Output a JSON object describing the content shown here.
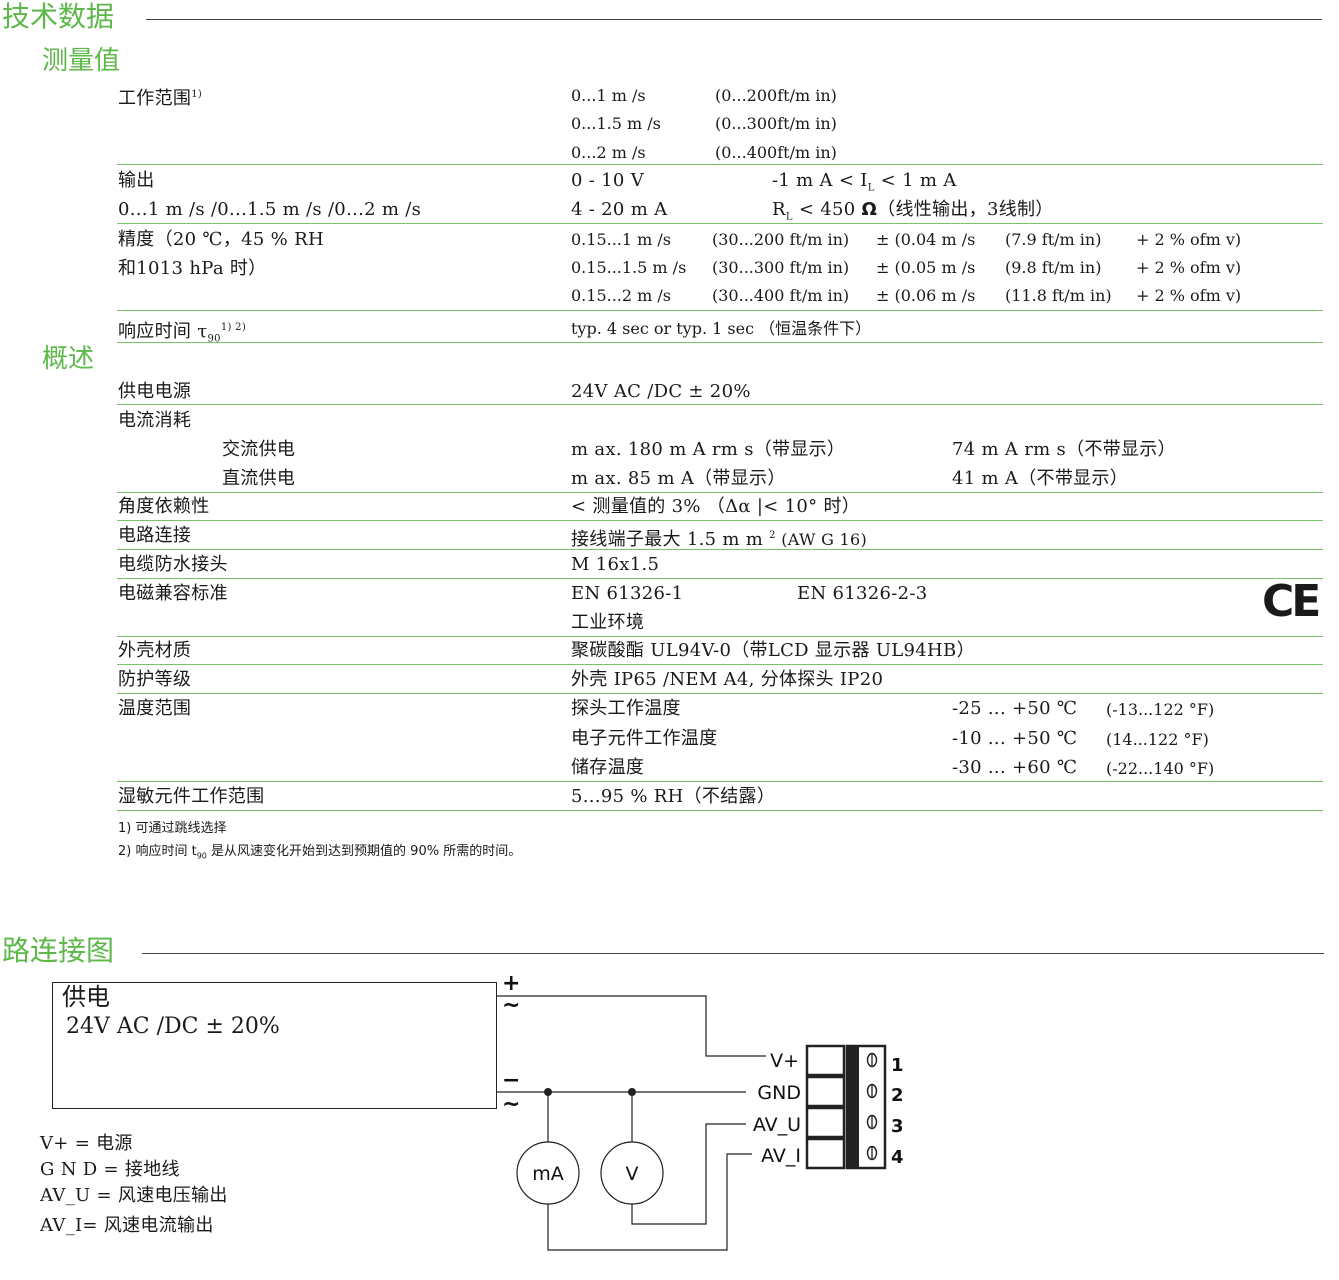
{
  "section1_title": "技术数据",
  "sub_measure": "测量值",
  "working_range": {
    "label": "工作范围",
    "note": "1)",
    "rows": [
      [
        "0...1 m /s",
        "(0...200ft/m in)"
      ],
      [
        "0...1.5 m /s",
        "(0...300ft/m in)"
      ],
      [
        "0...2 m /s",
        "(0...400ft/m in)"
      ]
    ]
  },
  "output": {
    "label": "输出",
    "label2": "0...1 m /s /0...1.5 m /s /0...2 m /s",
    "v_range": "0 - 10 V",
    "v_cond_a": "-1 m A < I",
    "v_cond_sub": "L",
    "v_cond_b": " < 1 m A",
    "i_range": "4 - 20 m A",
    "i_cond_a": "R",
    "i_cond_sub": "L",
    "i_cond_b": " < 450 ",
    "ohm": "Ω",
    "i_cond_c": "（线性输出，3线制）"
  },
  "accuracy": {
    "label": "精度（20 ℃，45 % RH",
    "label2": "和1013 hPa 时）",
    "rows": [
      [
        "0.15...1 m /s",
        "(30...200 ft/m in)",
        "± (0.04 m /s",
        "(7.9 ft/m in)",
        "+ 2 %  ofm v)"
      ],
      [
        "0.15...1.5 m /s",
        "(30...300 ft/m in)",
        "± (0.05 m /s",
        "(9.8 ft/m in)",
        "+ 2 %  ofm v)"
      ],
      [
        "0.15...2 m /s",
        "(30...400 ft/m in)",
        "± (0.06 m /s",
        "(11.8 ft/m in)",
        "+ 2 %  ofm v)"
      ]
    ]
  },
  "response": {
    "label": "响应时间 τ",
    "sub": "90",
    "note": "1) 2)",
    "value": "typ. 4 sec or typ. 1 sec （恒温条件下）"
  },
  "sub_general": "概述",
  "supply": {
    "label": "供电电源",
    "value": "24V AC /DC ± 20%"
  },
  "current": {
    "label": "电流消耗",
    "ac_label": "交流供电",
    "ac_v1": "m ax.   180 m A rm s（带显示）",
    "ac_v2": "74 m A rm s（不带显示）",
    "dc_label": "直流供电",
    "dc_v1": "m ax.   85 m A（带显示）",
    "dc_v2": "41 m A（不带显示）"
  },
  "angle": {
    "label": "角度依赖性",
    "value": "< 测量值的 3% （Δα |< 10° 时）"
  },
  "connection": {
    "label": "电路连接",
    "value": "接线端子最大 1.5 m m ",
    "sup": "2",
    "value2": " (AW G 16)"
  },
  "gland": {
    "label": "电缆防水接头",
    "value": "M 16x1.5"
  },
  "emc": {
    "label": "电磁兼容标准",
    "v1": "EN 61326-1",
    "v2": "EN 61326-2-3",
    "v3": "工业环境",
    "mark": "CE"
  },
  "housing": {
    "label": "外壳材质",
    "value": "聚碳酸酯 UL94V-0（带LCD 显示器 UL94HB）"
  },
  "protection": {
    "label": "防护等级",
    "value": "外壳 IP65 /NEM A4, 分体探头 IP20"
  },
  "temperature": {
    "label": "温度范围",
    "rows": [
      [
        "探头工作温度",
        "-25 ... +50 ℃",
        "(-13...122 °F)"
      ],
      [
        "电子元件工作温度",
        "-10 ... +50 ℃",
        "(14...122 °F)"
      ],
      [
        "储存温度",
        "-30 ... +60 ℃",
        "(-22...140 °F)"
      ]
    ]
  },
  "humidity": {
    "label": "湿敏元件工作范围",
    "value": "5...95 %  RH（不结露）"
  },
  "footnote1": "1) 可通过跳线选择",
  "footnote2_a": "2) 响应时间 t",
  "footnote2_sub": "90",
  "footnote2_b": " 是从风速变化开始到达到预期值的 90% 所需的时间。",
  "section2_title": "路连接图",
  "diagram": {
    "box_title": "供电",
    "box_value": "24V AC /DC ± 20%",
    "plus": "+",
    "minus": "−",
    "tilde": "~",
    "terminals": [
      {
        "name": "V+",
        "num": "1"
      },
      {
        "name": "GND",
        "num": "2"
      },
      {
        "name": "AV_U",
        "num": "3"
      },
      {
        "name": "AV_I",
        "num": "4"
      }
    ],
    "meter_ma": "mA",
    "meter_v": "V",
    "legend": [
      "V+ = 电源",
      "G N D = 接地线",
      "AV_U = 风速电压输出",
      "AV_I= 风速电流输出"
    ]
  }
}
